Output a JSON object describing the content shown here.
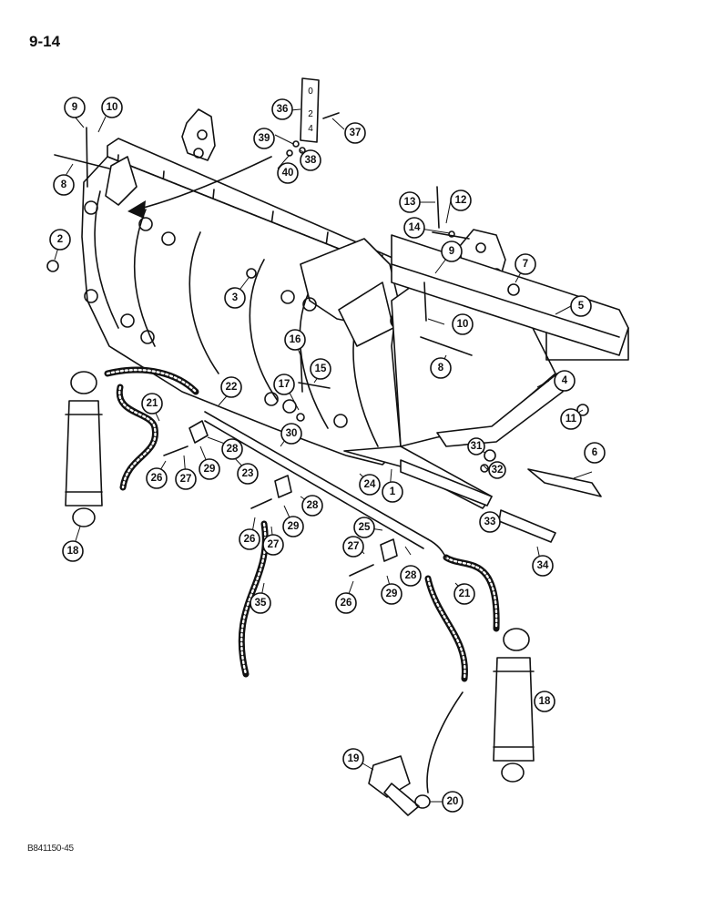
{
  "page": {
    "number": "9-14",
    "code": "B841150-45"
  },
  "gauge_marks": [
    "0",
    "2",
    "4"
  ],
  "callouts": [
    {
      "id": "c9a",
      "label": "9"
    },
    {
      "id": "c10a",
      "label": "10"
    },
    {
      "id": "c8a",
      "label": "8"
    },
    {
      "id": "c36",
      "label": "36"
    },
    {
      "id": "c37",
      "label": "37"
    },
    {
      "id": "c39",
      "label": "39"
    },
    {
      "id": "c38",
      "label": "38"
    },
    {
      "id": "c40",
      "label": "40"
    },
    {
      "id": "c2",
      "label": "2"
    },
    {
      "id": "c13",
      "label": "13"
    },
    {
      "id": "c12",
      "label": "12"
    },
    {
      "id": "c14",
      "label": "14"
    },
    {
      "id": "c9b",
      "label": "9"
    },
    {
      "id": "c7",
      "label": "7"
    },
    {
      "id": "c5",
      "label": "5"
    },
    {
      "id": "c3",
      "label": "3"
    },
    {
      "id": "c10b",
      "label": "10"
    },
    {
      "id": "c16",
      "label": "16"
    },
    {
      "id": "c15",
      "label": "15"
    },
    {
      "id": "c17",
      "label": "17"
    },
    {
      "id": "c8b",
      "label": "8"
    },
    {
      "id": "c4",
      "label": "4"
    },
    {
      "id": "c11",
      "label": "11"
    },
    {
      "id": "c22",
      "label": "22"
    },
    {
      "id": "c21a",
      "label": "21"
    },
    {
      "id": "c30",
      "label": "30"
    },
    {
      "id": "c28a",
      "label": "28"
    },
    {
      "id": "c31",
      "label": "31"
    },
    {
      "id": "c32",
      "label": "32"
    },
    {
      "id": "c6",
      "label": "6"
    },
    {
      "id": "c26a",
      "label": "26"
    },
    {
      "id": "c27a",
      "label": "27"
    },
    {
      "id": "c29a",
      "label": "29"
    },
    {
      "id": "c23",
      "label": "23"
    },
    {
      "id": "c24",
      "label": "24"
    },
    {
      "id": "c1",
      "label": "1"
    },
    {
      "id": "c28b",
      "label": "28"
    },
    {
      "id": "c33",
      "label": "33"
    },
    {
      "id": "c18a",
      "label": "18"
    },
    {
      "id": "c26b",
      "label": "26"
    },
    {
      "id": "c27b",
      "label": "27"
    },
    {
      "id": "c29b",
      "label": "29"
    },
    {
      "id": "c25",
      "label": "25"
    },
    {
      "id": "c34",
      "label": "34"
    },
    {
      "id": "c27c",
      "label": "27"
    },
    {
      "id": "c28c",
      "label": "28"
    },
    {
      "id": "c21b",
      "label": "21"
    },
    {
      "id": "c26c",
      "label": "26"
    },
    {
      "id": "c29c",
      "label": "29"
    },
    {
      "id": "c35",
      "label": "35"
    },
    {
      "id": "c18b",
      "label": "18"
    },
    {
      "id": "c19",
      "label": "19"
    },
    {
      "id": "c20",
      "label": "20"
    }
  ]
}
